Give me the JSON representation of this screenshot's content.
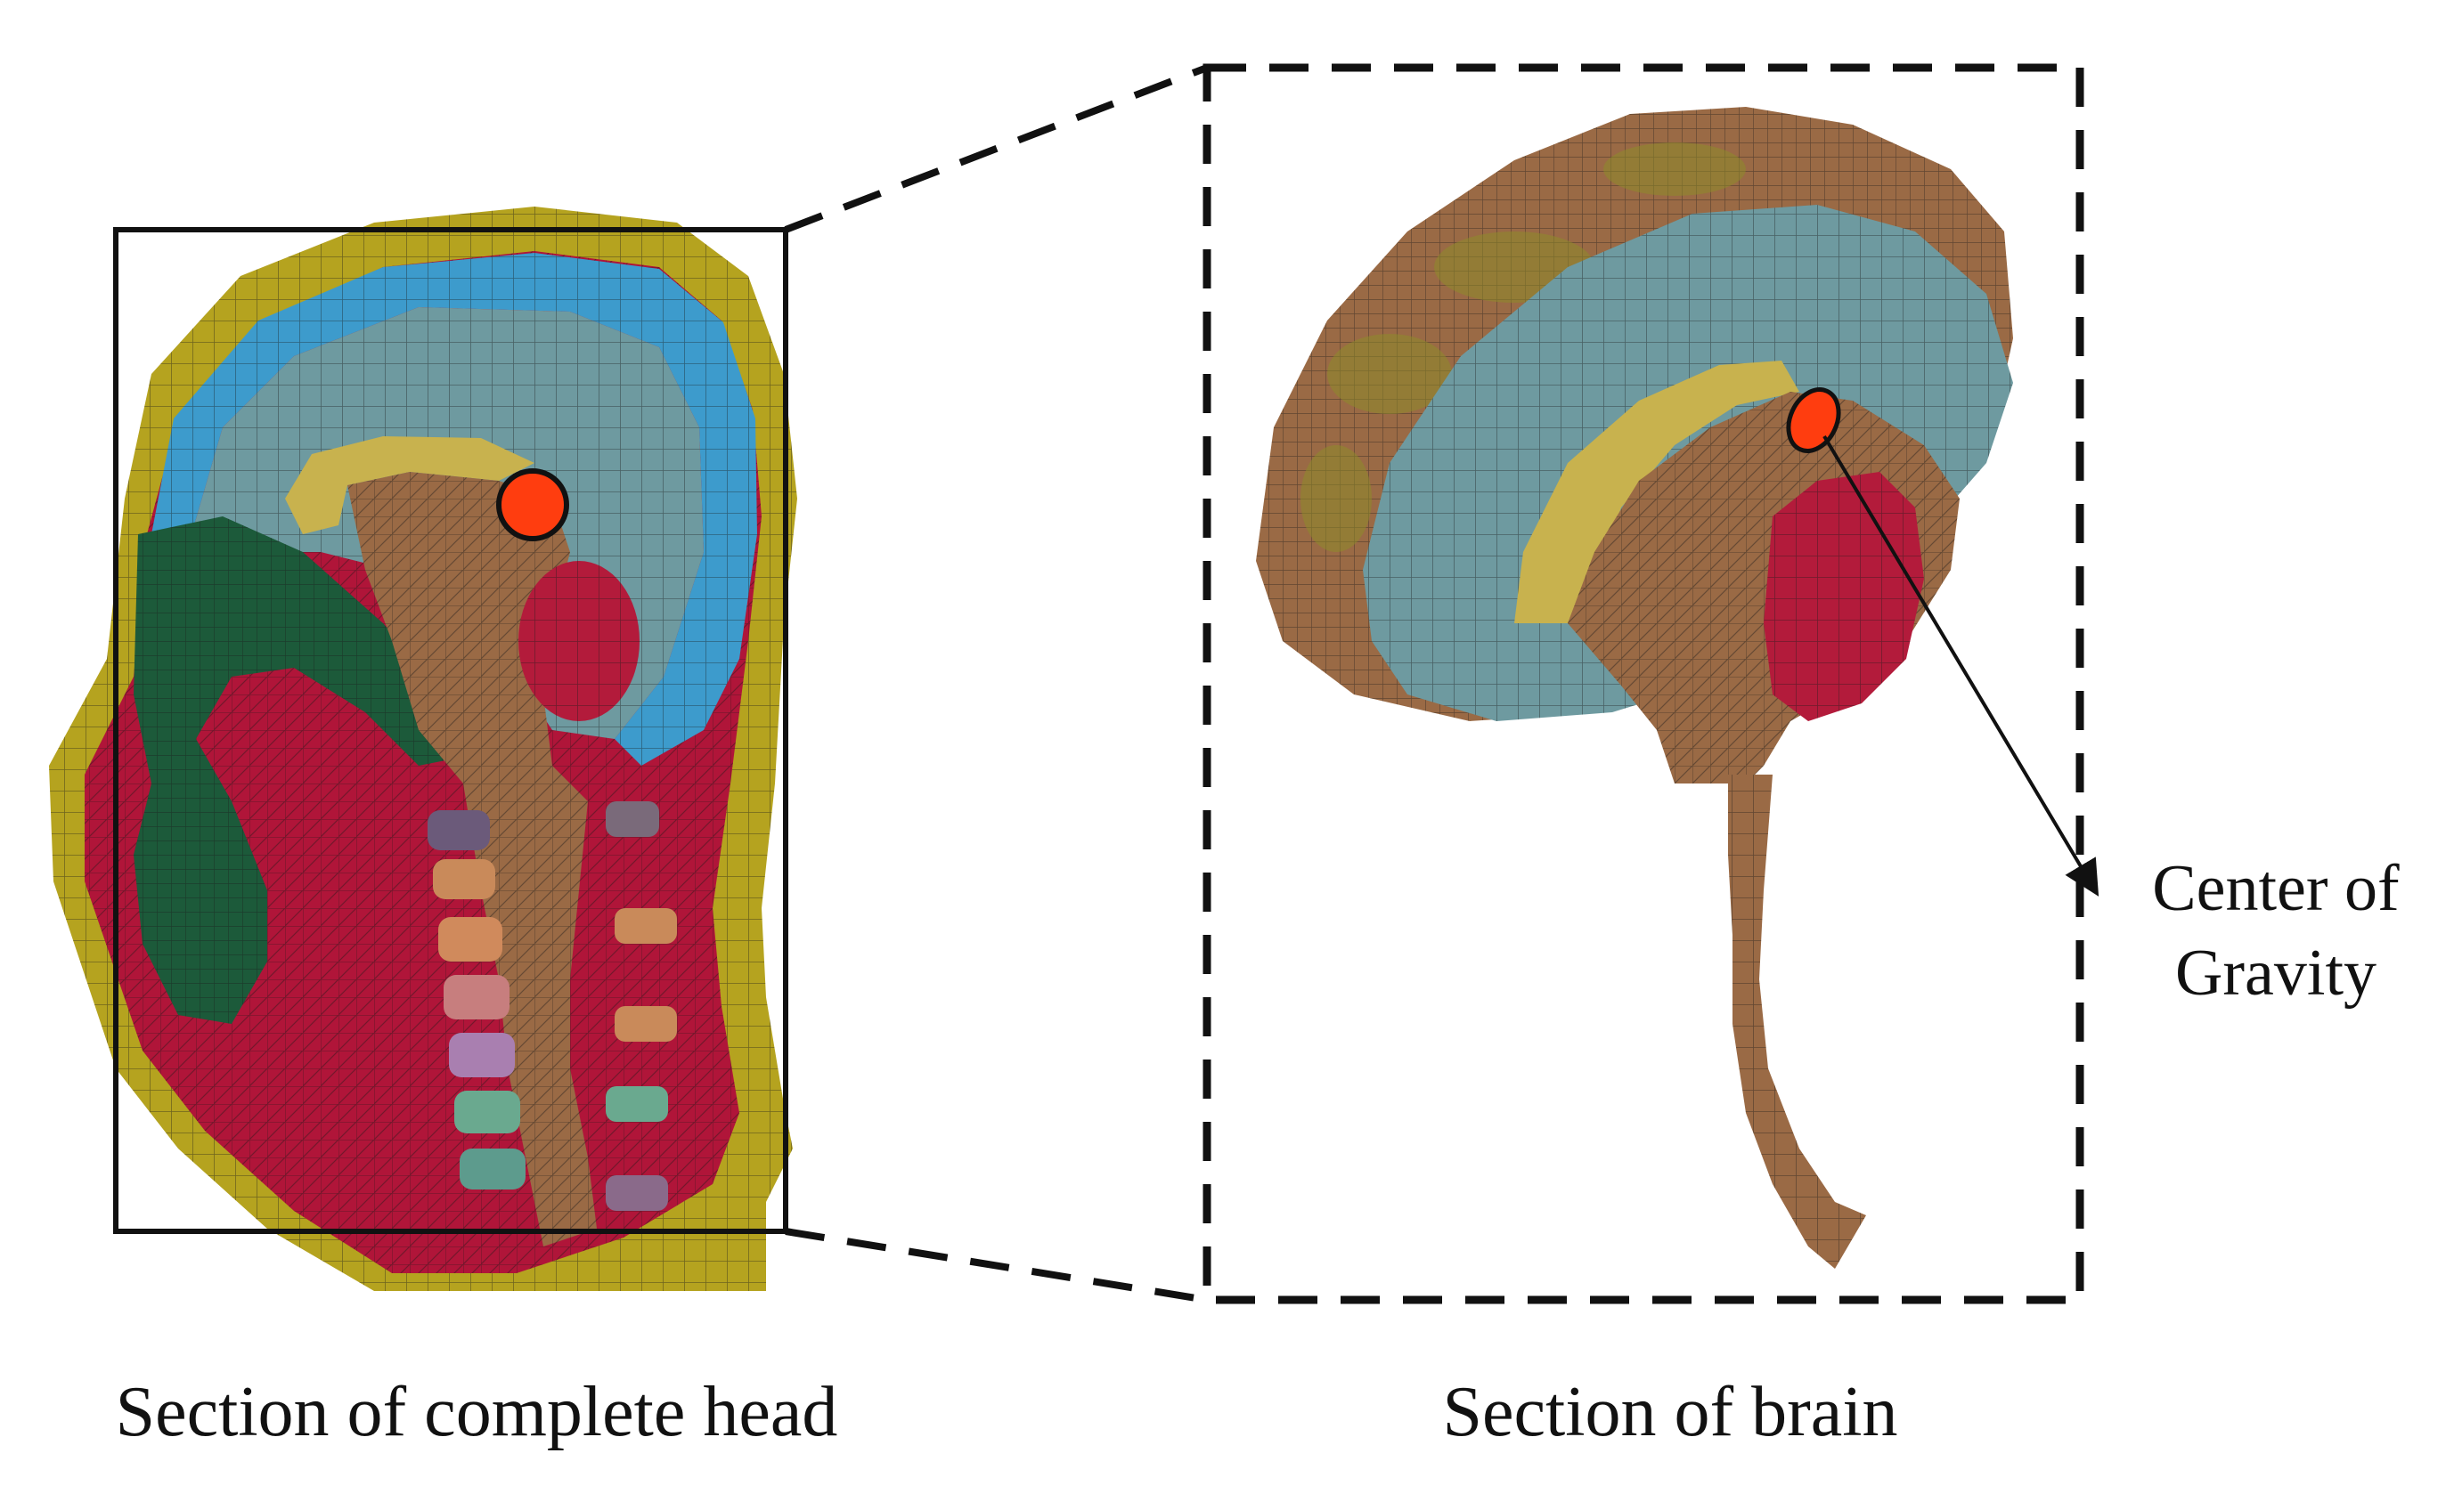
{
  "captions": {
    "left": "Section of complete head",
    "right": "Section of brain"
  },
  "annotation": {
    "line1": "Center of",
    "line2": "Gravity"
  },
  "colors": {
    "scalp": "#b5a31f",
    "csf_blue": "#3d9bcc",
    "cerebrum": "#6e9aa0",
    "brainstem": "#9a6a45",
    "cerebellum": "#b31b3b",
    "soft_tissue": "#b01539",
    "dark_green": "#1c5a3a",
    "corpus_yellow": "#c8b24e",
    "marker": "#ff3d0f",
    "frame": "#111111"
  }
}
